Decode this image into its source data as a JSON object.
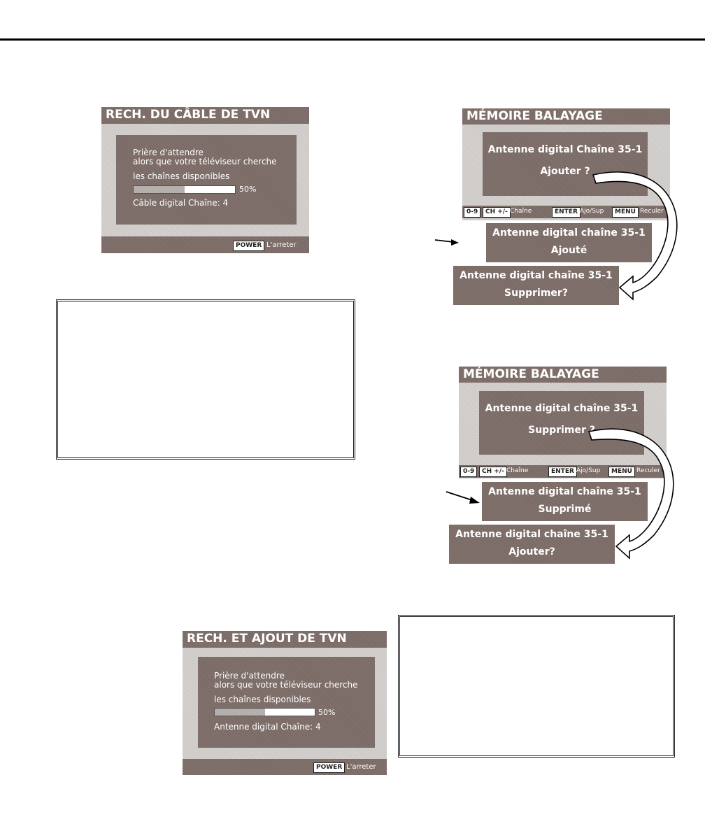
{
  "cable_scan": {
    "title": "RECH. DU CÂBLE DE TVN",
    "line1": "Prière d'attendre",
    "line2": "alors que votre téléviseur cherche",
    "line3": "les chaînes disponibles",
    "progress_percent": 50,
    "progress_label": "50%",
    "channel_line": "Câble digital Chaîne: 4",
    "power_key": "POWER",
    "power_label": "L'arreter"
  },
  "memory_add": {
    "title": "MÉMOIRE BALAYAGE",
    "channel": "Antenne digital Chaîne 35-1",
    "prompt": "Ajouter ?",
    "key_digits": "0-9",
    "key_ch": "CH +/-",
    "label_ch": "Chaîne",
    "key_enter": "ENTER",
    "label_enter": "Ajo/Sup",
    "key_menu": "MENU",
    "label_menu": "Reculer",
    "result_channel": "Antenne digital chaîne 35-1",
    "result_status": "Ajouté",
    "next_channel": "Antenne digital chaîne 35-1",
    "next_prompt": "Supprimer?"
  },
  "memory_delete": {
    "title": "MÉMOIRE BALAYAGE",
    "channel": "Antenne digital chaîne 35-1",
    "prompt": "Supprimer ?",
    "key_digits": "0-9",
    "key_ch": "CH +/-",
    "label_ch": "Chaîne",
    "key_enter": "ENTER",
    "label_enter": "Ajo/Sup",
    "key_menu": "MENU",
    "label_menu": "Reculer",
    "result_channel": "Antenne digital chaîne 35-1",
    "result_status": "Supprimé",
    "next_channel": "Antenne digital chaîne 35-1",
    "next_prompt": "Ajouter?"
  },
  "antenna_scan": {
    "title": "RECH. ET AJOUT DE TVN",
    "line1": "Prière d'attendre",
    "line2": "alors que votre téléviseur cherche",
    "line3": "les chaînes disponibles",
    "progress_percent": 50,
    "progress_label": "50%",
    "channel_line": "Antenne digital Chaîne: 4",
    "power_key": "POWER",
    "power_label": "L'arreter"
  }
}
